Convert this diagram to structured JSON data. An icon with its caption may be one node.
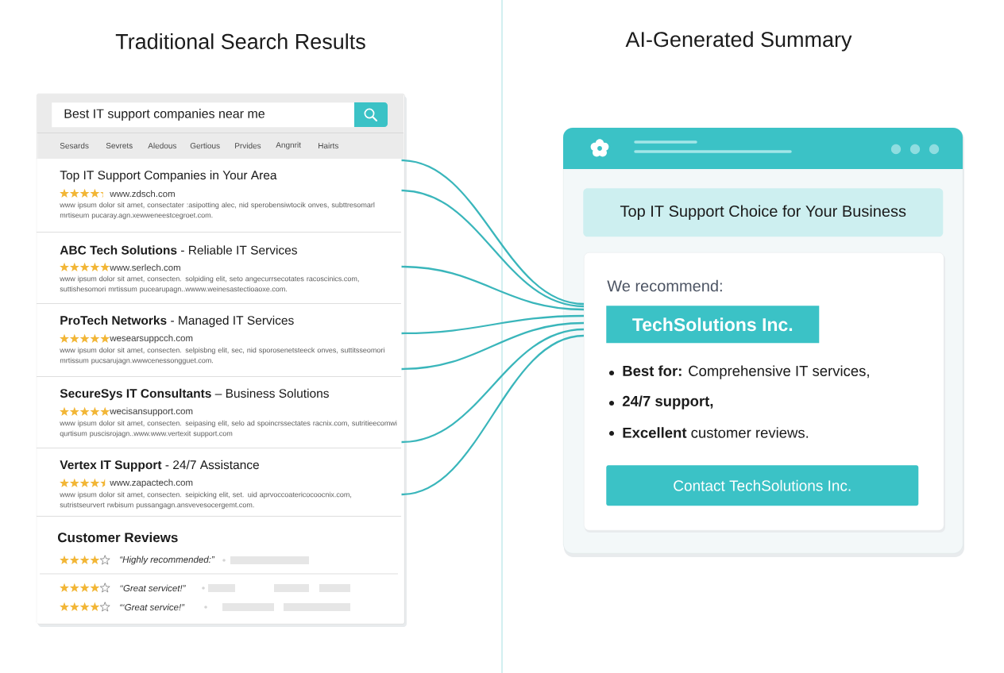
{
  "diagram": {
    "nodes": [
      {
        "text": [
          "Traditional Search Results"
        ]
      },
      {
        "text": [
          "Best IT support companies near me"
        ],
        "in": 0
      },
      {
        "text": [
          "Sesards",
          "Sevrets",
          "Aledous",
          "Gertious",
          "Prvides",
          "Angnrit",
          "Hairts"
        ],
        "in": 0
      },
      {
        "text": [
          "Top IT Support Companies in Your Area",
          "www.zdsch.com",
          "www ipsum dolor sit amet, consectater :asipotting alec, nid sperobensiwtocik onves, subttresomarl mrtiseum pucaray.agn.xewweneestcegroet.com."
        ],
        "in": 0
      },
      {
        "text": [
          "**ABC Tech Solutions** - Reliable IT Services",
          "www.serlech.com",
          "www ipsum dolor sit amet, consecten. solpiding elit, seto angecurrsecotates racoscinics.com, suttishesomori mrtissum pucearupagn..wwww.weinesastectioaoxe.com."
        ],
        "in": 0
      },
      {
        "text": [
          "**ProTech Networks** - Managed IT Services",
          "wesearsuppcch.com",
          "www ipsum dolor sit amet, consecten. selpisbng elit, sec, nid sporosenetsteeck onves, suttitsseomori mrtissum pucsarujagn.wwwcenessongguet.com."
        ],
        "in": 0
      },
      {
        "text": [
          "**SecureSys IT Consultants** – Business Solutions",
          "wecisansupport.com",
          "www ipsum dolor sit amet, consecten. seipasing elit, selo ad spoincrssectates racnix.com, sutritieecomwi qurtisum puscisrojagn..www.www.vertexit support.com"
        ],
        "in": 0
      },
      {
        "text": [
          "**Vertex IT Support** - 24/7 Assistance",
          "www.zapactech.com",
          "www ipsum dolor sit amet, consecten. seipicking elit, set. uid aprvoccoatericocoocnix.com, sutristseurvert rwbisum pussangagn.ansvevesocergemt.com."
        ],
        "in": 0
      },
      {
        "text": [
          "Customer Reviews",
          "“Highly recommended:”",
          "‘‘Great servicet!”",
          "“‘Great service!”"
        ],
        "in": 0
      },
      {
        "text": [
          "AI-Generated Summary"
        ]
      },
      {
        "text": [
          "Top IT Support Choice for Your Business"
        ],
        "in": 9
      },
      {
        "text": [
          "We recommend:",
          "**Best for:** Comprehensive IT services,",
          "24/7 support,",
          "**Excellent** customer reviews."
        ],
        "in": 9
      },
      {
        "text": [
          "TechSolutions Inc."
        ],
        "in": 11
      },
      {
        "text": [
          "Contact TechSolutions Inc."
        ],
        "in": 11
      }
    ],
    "edges": [
      {
        "from": 3,
        "to": 11,
        "arrow": "none"
      },
      {
        "from": 3,
        "to": 11,
        "arrow": "none"
      },
      {
        "from": 4,
        "to": 11,
        "arrow": "none"
      },
      {
        "from": 5,
        "to": 11,
        "arrow": "none"
      },
      {
        "from": 5,
        "to": 11,
        "arrow": "none"
      },
      {
        "from": 6,
        "to": 11,
        "arrow": "none"
      },
      {
        "from": 7,
        "to": 11,
        "arrow": "none"
      }
    ]
  }
}
